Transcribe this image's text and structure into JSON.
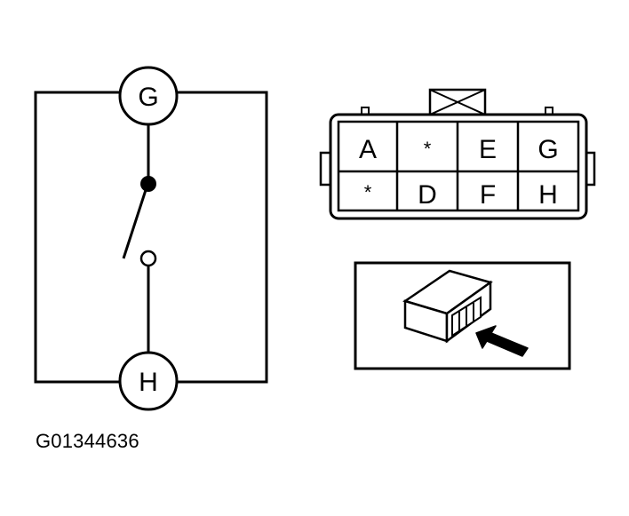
{
  "switch": {
    "terminal_top": "G",
    "terminal_bottom": "H"
  },
  "connector": {
    "row1": [
      "A",
      "*",
      "E",
      "G"
    ],
    "row2": [
      "*",
      "D",
      "F",
      "H"
    ]
  },
  "figure_id": "G01344636"
}
